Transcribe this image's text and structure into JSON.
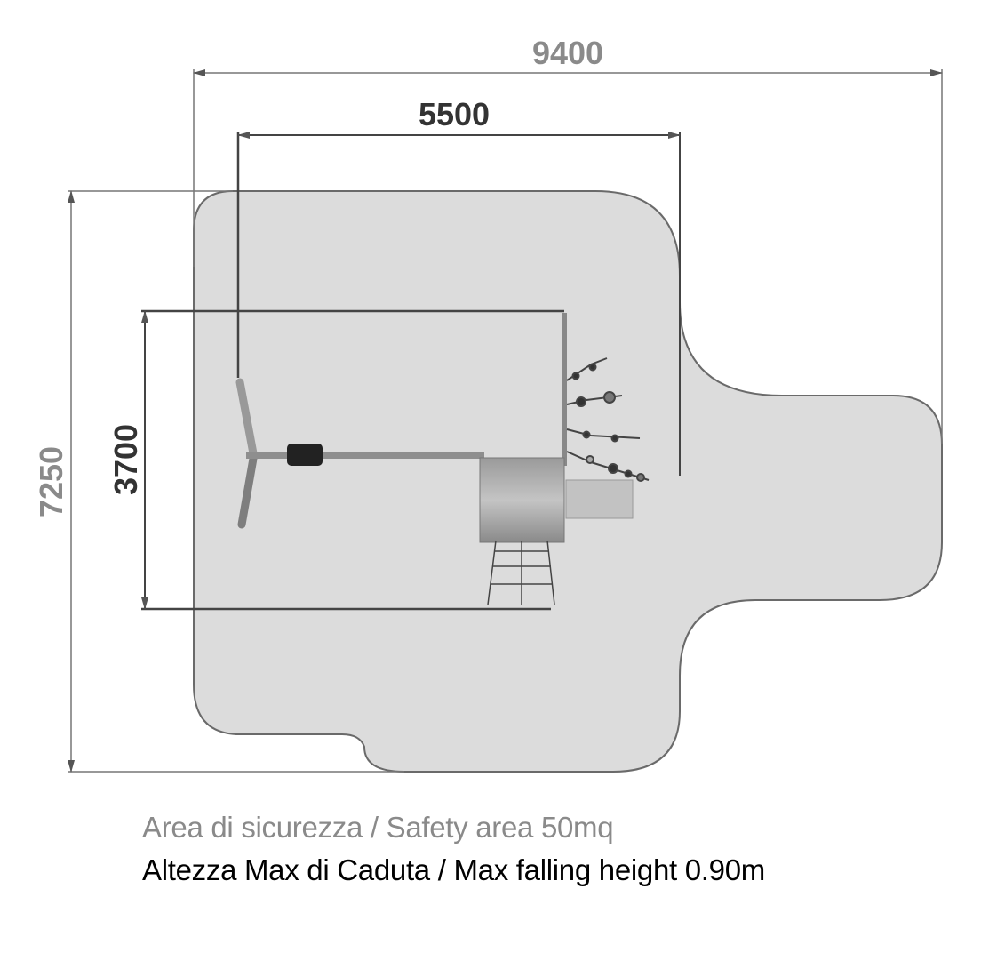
{
  "dimensions": {
    "overall_width": "9400",
    "equipment_width": "5500",
    "overall_depth": "7250",
    "equipment_depth": "3700"
  },
  "captions": {
    "safety_area": "Area di sicurezza / Safety area 50mq",
    "max_fall_height": "Altezza Max di Caduta / Max falling height 0.90m"
  },
  "colors": {
    "safety_area_fill": "#dcdcdc",
    "outline": "#666666",
    "dim_gray": "#8a8a8a",
    "dim_dark": "#333333"
  }
}
